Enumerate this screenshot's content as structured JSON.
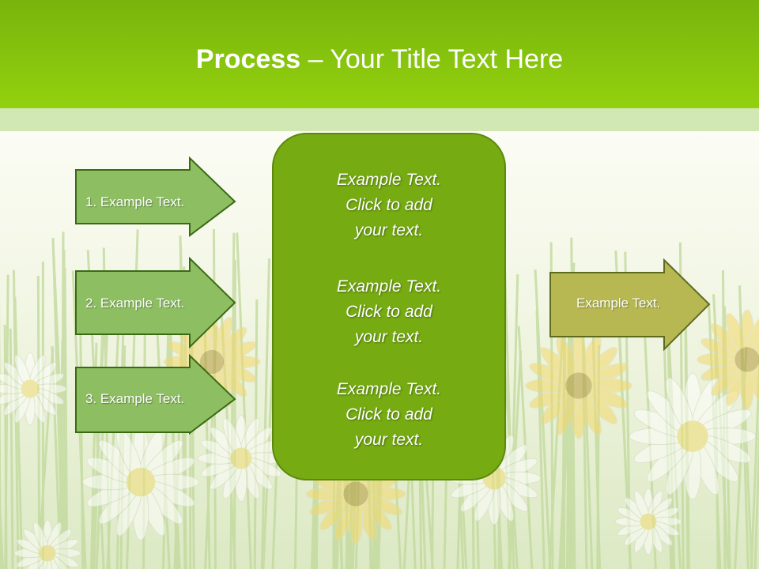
{
  "slide": {
    "title_bold": "Process",
    "title_rest": " – Your Title Text Here"
  },
  "left_steps": [
    {
      "label": "1. Example Text."
    },
    {
      "label": "2. Example Text."
    },
    {
      "label": "3. Example Text."
    }
  ],
  "center_box": {
    "blocks": [
      {
        "line1": "Example Text.",
        "line2": "Click  to add",
        "line3": "your text."
      },
      {
        "line1": "Example Text.",
        "line2": "Click  to add",
        "line3": "your text."
      },
      {
        "line1": "Example Text.",
        "line2": "Click  to add",
        "line3": "your text."
      }
    ]
  },
  "output_step": {
    "label": "Example Text."
  },
  "colors": {
    "header": "#8cc70e",
    "band": "#d2e8b4",
    "step_arrow": "#8dbf62",
    "center_box": "#76ac12",
    "output_arrow": "#b7b852"
  }
}
